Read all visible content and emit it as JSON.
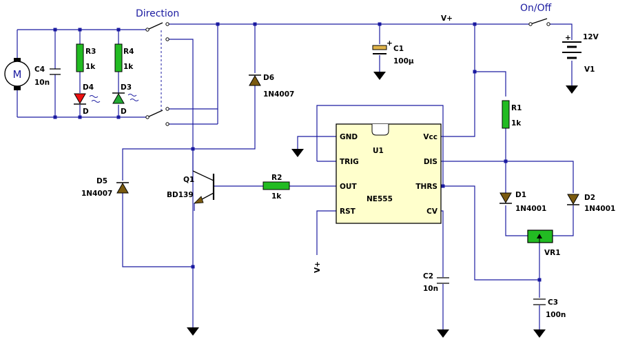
{
  "title_direction": "Direction",
  "title_onoff": "On/Off",
  "rail_label": "V+",
  "motor": {
    "symbol": "M"
  },
  "c4": {
    "name": "C4",
    "value": "10n"
  },
  "r3": {
    "name": "R3",
    "value": "1k"
  },
  "r4": {
    "name": "R4",
    "value": "1k"
  },
  "d4": {
    "name": "D4",
    "pin": "D",
    "color": "#ee1111"
  },
  "d3": {
    "name": "D3",
    "pin": "D",
    "color": "#22aa33"
  },
  "c1": {
    "name": "C1",
    "value": "100µ"
  },
  "battery": {
    "value": "12V",
    "name": "V1",
    "plus": "+"
  },
  "d6": {
    "name": "D6",
    "part": "1N4007"
  },
  "d5": {
    "name": "D5",
    "part": "1N4007"
  },
  "q1": {
    "name": "Q1",
    "part": "BD139"
  },
  "r2": {
    "name": "R2",
    "value": "1k"
  },
  "u1": {
    "name": "U1",
    "part": "NE555",
    "pins": {
      "gnd": "GND",
      "trig": "TRIG",
      "out": "OUT",
      "rst": "RST",
      "vcc": "Vcc",
      "dis": "DIS",
      "thrs": "THRS",
      "cv": "CV"
    }
  },
  "rst_supply": "V+",
  "r1": {
    "name": "R1",
    "value": "1k"
  },
  "d1": {
    "name": "D1",
    "part": "1N4001"
  },
  "d2": {
    "name": "D2",
    "part": "1N4001"
  },
  "vr1": {
    "name": "VR1"
  },
  "c2": {
    "name": "C2",
    "value": "10n"
  },
  "c3": {
    "name": "C3",
    "value": "100n"
  },
  "colors": {
    "wire": "#1a1aa0",
    "resistor": "#22bb22",
    "diode": "#7a5a10",
    "ic_fill": "#ffffcc"
  }
}
